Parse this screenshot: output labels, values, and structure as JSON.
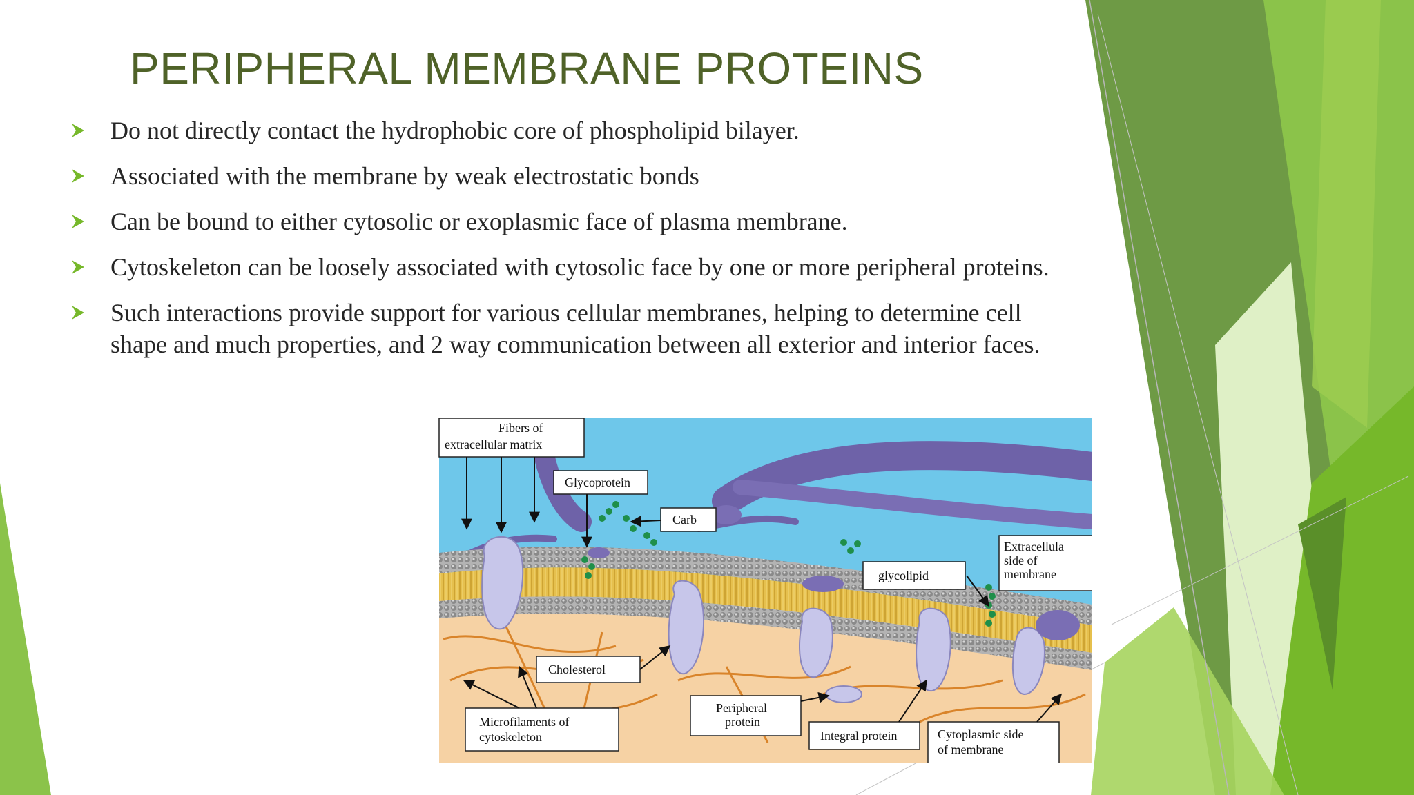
{
  "slide": {
    "title": "PERIPHERAL MEMBRANE PROTEINS",
    "bullets": [
      "Do not directly contact the hydrophobic core of phospholipid bilayer.",
      "Associated with the membrane by weak electrostatic bonds",
      "Can be bound to either cytosolic or exoplasmic face of plasma membrane.",
      "Cytoskeleton can be loosely associated with cytosolic face  by one or more peripheral proteins.",
      "Such interactions provide support for various cellular membranes, helping to determine cell shape and much properties, and 2 way communication between  all exterior and interior faces."
    ]
  },
  "figure": {
    "labels": {
      "fibers_line1": "Fibers of",
      "fibers_line2": "extracellular matrix",
      "glycoprotein": "Glycoprotein",
      "carb": "Carb",
      "extracellular_line1": "Extracellula",
      "extracellular_line2": "side of",
      "extracellular_line3": "membrane",
      "glycolipid": "glycolipid",
      "cholesterol": "Cholesterol",
      "microfilaments_line1": "Microfilaments of",
      "microfilaments_line2": "cytoskeleton",
      "peripheral_line1": "Peripheral",
      "peripheral_line2": "protein",
      "integral": "Integral protein",
      "cytoplasmic_line1": "Cytoplasmic side",
      "cytoplasmic_line2": "of membrane"
    }
  },
  "theme": {
    "title_color": "#4f6228",
    "bullet_color": "#76b82a",
    "accent_greens": [
      "#6e9a45",
      "#8bc34a",
      "#76b82a",
      "#5a8f29",
      "#c8e59a"
    ]
  }
}
